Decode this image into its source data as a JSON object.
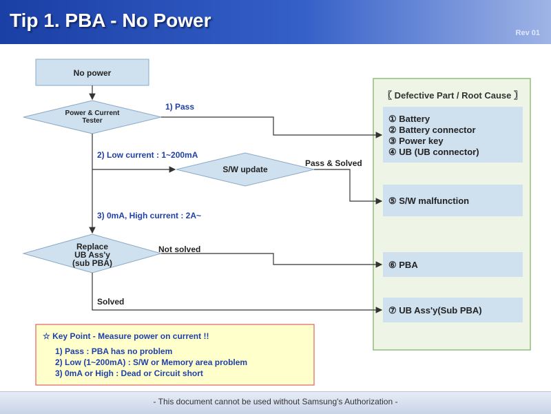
{
  "header": {
    "title": "Tip 1.  PBA - No Power",
    "rev": "Rev 01"
  },
  "flow": {
    "no_power": "No power",
    "tester_line1": "Power & Current",
    "tester_line2": "Tester",
    "sw_update": "S/W update",
    "replace_line1": "Replace",
    "replace_line2": "UB Ass'y",
    "replace_line3": "(sub PBA)",
    "label_pass": "1) Pass",
    "label_low": "2) Low current : 1~200mA",
    "label_high": "3) 0mA, High current : 2A~",
    "label_pass_solved": "Pass & Solved",
    "label_not_solved": "Not solved",
    "label_solved": "Solved"
  },
  "panel": {
    "title": "〖 Defective Part / Root Cause 〗",
    "group1": [
      "① Battery",
      "② Battery connector",
      "③ Power key",
      "④ UB (UB connector)"
    ],
    "sw_malfunction": "⑤ S/W malfunction",
    "pba": "⑥ PBA",
    "ub_assy": "⑦ UB Ass'y(Sub PBA)"
  },
  "key_point": {
    "title": "☆ Key Point - Measure power on current !!",
    "items": [
      "1) Pass : PBA has no problem",
      "2) Low (1~200mA) :  S/W or Memory area problem",
      "3) 0mA or High : Dead or Circuit short"
    ]
  },
  "footer": {
    "text": "- This document cannot be used without Samsung's Authorization -"
  },
  "colors": {
    "header": "#2d55c0",
    "node_fill": "#cfe0ef",
    "panel_fill": "#eef5e6",
    "panel_border": "#8fbf77",
    "label_blue": "#1f3fa8",
    "key_fill": "#ffffcc",
    "key_border": "#e06060"
  }
}
